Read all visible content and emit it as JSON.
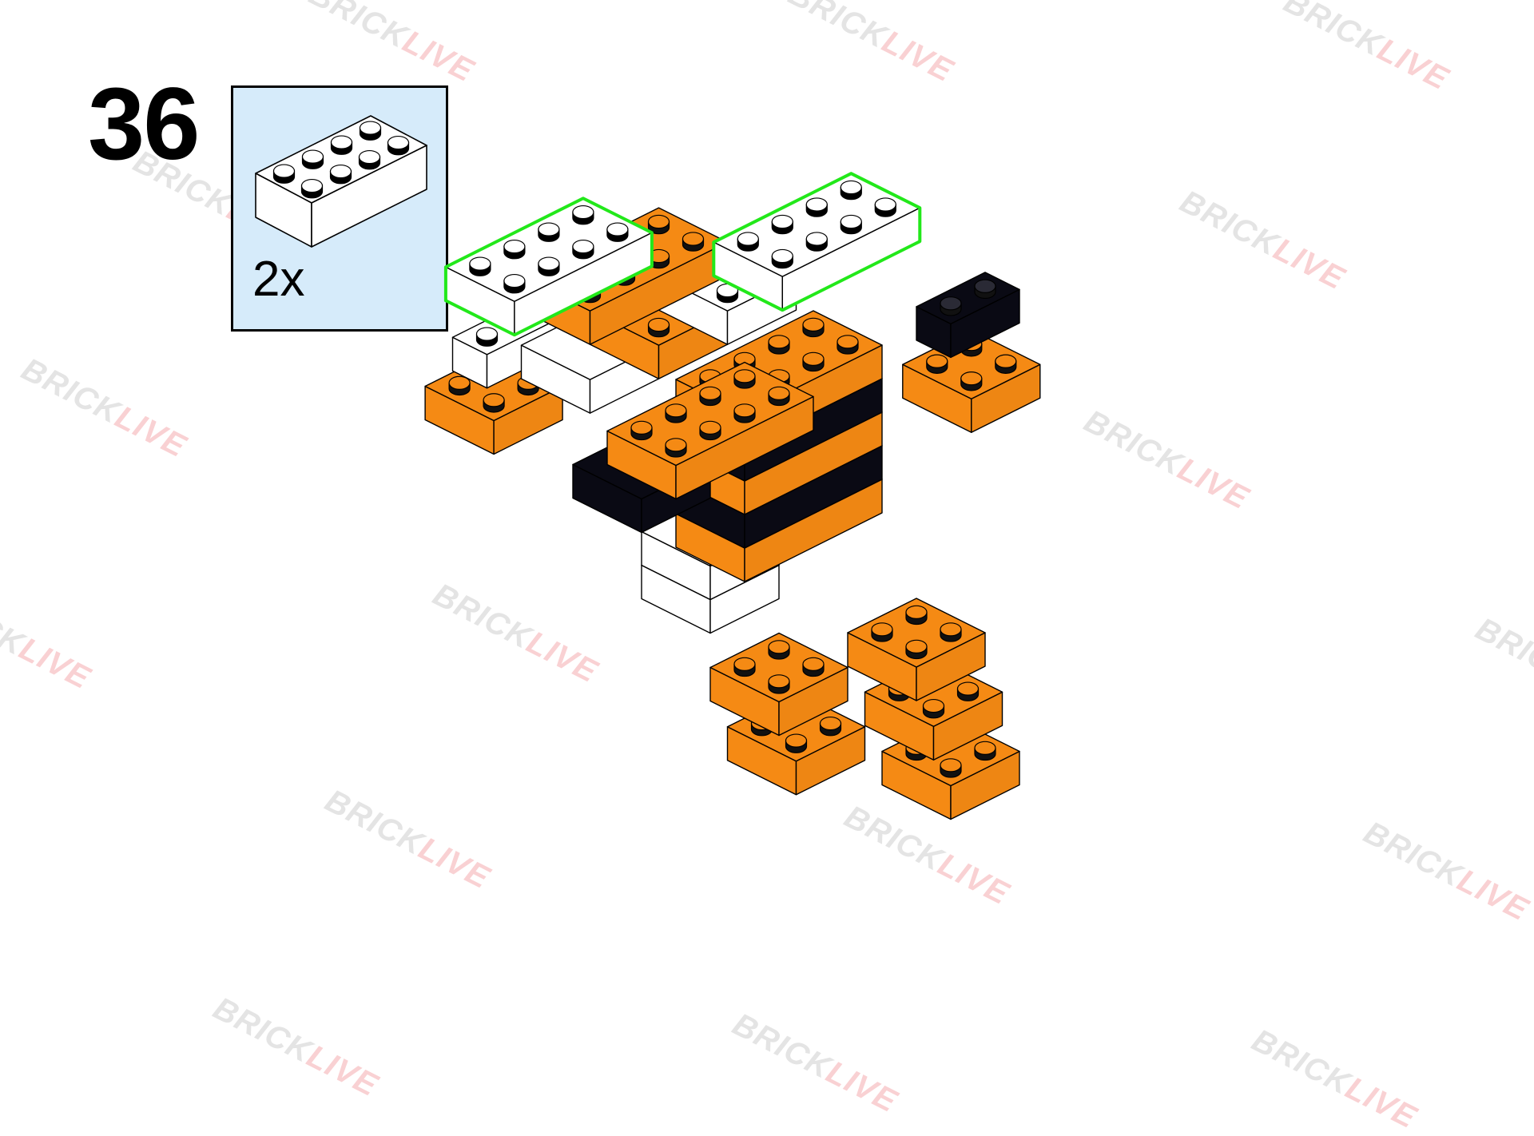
{
  "step": {
    "number": "36"
  },
  "parts": {
    "quantity": "2x",
    "brick": "white 2x4 brick"
  },
  "watermark": {
    "brick": "BRICK",
    "live": "LIVE"
  },
  "colors": {
    "orange": "#f58a14",
    "white": "#ffffff",
    "black": "#0a0a14",
    "highlight": "#22e81a",
    "panel": "#d6ebfa"
  }
}
